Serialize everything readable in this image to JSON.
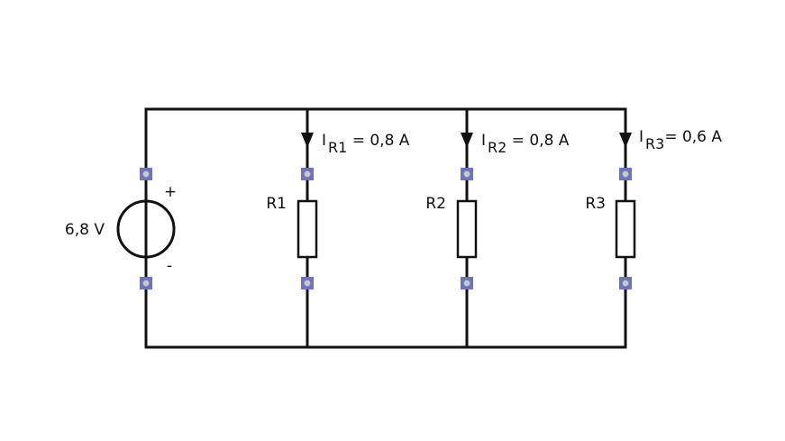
{
  "source": {
    "voltage_label": "6,8 V",
    "plus_label": "+",
    "minus_label": "-"
  },
  "resistors": [
    {
      "name": "R1",
      "current_symbol": "I",
      "current_subscript": "R1",
      "current_value": " = 0,8 A"
    },
    {
      "name": "R2",
      "current_symbol": "I",
      "current_subscript": "R2",
      "current_value": " = 0,8 A"
    },
    {
      "name": "R3",
      "current_symbol": "I",
      "current_subscript": "R3",
      "current_value": "= 0,6 A"
    }
  ],
  "colors": {
    "wire": "#111111",
    "terminal": "#6b73c9"
  }
}
